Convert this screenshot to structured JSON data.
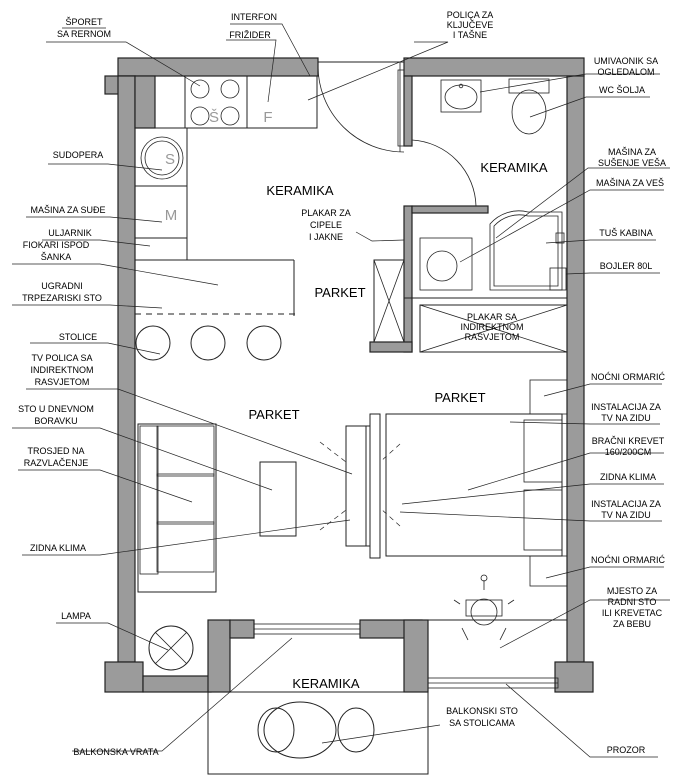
{
  "rooms": {
    "keramika_kuhinja": "KERAMIKA",
    "keramika_kupatilo": "KERAMIKA",
    "parket_hodnik": "PARKET",
    "parket_dnevna": "PARKET",
    "parket_spavaca": "PARKET",
    "keramika_balkon": "KERAMIKA"
  },
  "symbols": {
    "stove": "Š",
    "fridge": "F",
    "sink": "S",
    "dishwasher": "M"
  },
  "labels_left": [
    [
      "ŠPORET",
      "SA RERNOM"
    ],
    [
      "SUDOPERA"
    ],
    [
      "MAŠINA ZA SUĐE"
    ],
    [
      "ULJARNIK"
    ],
    [
      "FIOKARI ISPOD",
      "ŠANKA"
    ],
    [
      "UGRADNI",
      "TRPEZARISKI STO"
    ],
    [
      "STOLICE"
    ],
    [
      "TV POLICA SA",
      "INDIREKTNOM",
      "RASVJETOM"
    ],
    [
      "STO U DNEVNOM",
      "BORAVKU"
    ],
    [
      "TROSJED NA",
      "RAZVLAČENJE"
    ],
    [
      "ZIDNA KLIMA"
    ],
    [
      "LAMPA"
    ],
    [
      "BALKONSKA VRATA"
    ]
  ],
  "labels_top": [
    [
      "INTERFON"
    ],
    [
      "FRIŽIDER"
    ],
    [
      "POLIÇA ZA",
      "KLJUČEVE",
      "I TAŠNE"
    ]
  ],
  "labels_inner": [
    [
      "PLAKAR ZA",
      "CIPELE",
      "I JAKNE"
    ],
    [
      "PLAKAR SA",
      "INDIREKTNOM",
      "RASVJETOM"
    ],
    [
      "BALKONSKI STO",
      "SA STOLICAMA"
    ]
  ],
  "labels_right": [
    [
      "UMIVAONIK SA",
      "OGLEDALOM"
    ],
    [
      "WC ŠOLJA"
    ],
    [
      "MAŠINA ZA",
      "SUŠENJE VEŠA"
    ],
    [
      "MAŠINA ZA VEŠ"
    ],
    [
      "TUŠ KABINA"
    ],
    [
      "BOJLER 80L"
    ],
    [
      "NOĆNI ORMARIĆ"
    ],
    [
      "INSTALACIJA ZA",
      "TV NA ZIDU"
    ],
    [
      "BRAČNI KREVET",
      "160/200CM"
    ],
    [
      "ZIDNA KLIMA"
    ],
    [
      "INSTALACIJA ZA",
      "TV NA ZIDU"
    ],
    [
      "NOĆNI ORMARIĆ"
    ],
    [
      "MJESTO ZA",
      "RADNI STO",
      "ILI KREVETAC",
      "ZA BEBU"
    ],
    [
      "PROZOR"
    ]
  ]
}
